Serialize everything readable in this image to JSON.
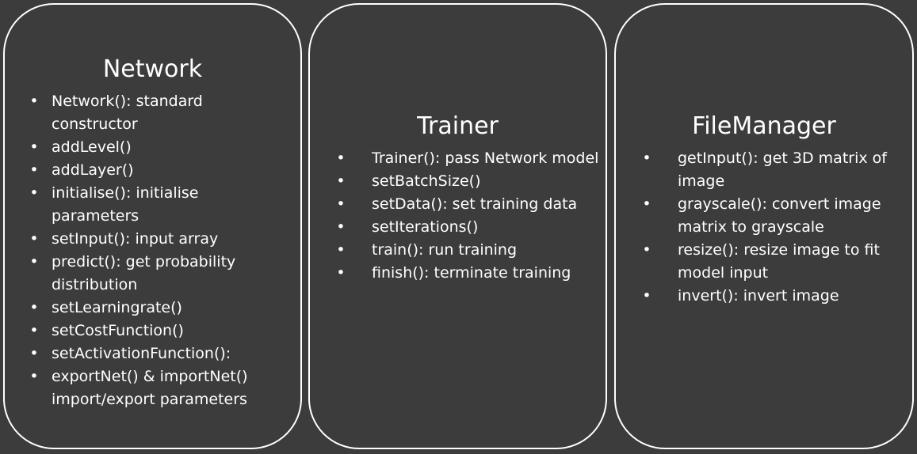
{
  "panels": [
    {
      "title": "Network",
      "items": [
        "Network(): standard constructor",
        "addLevel()",
        "addLayer()",
        "initialise(): initialise parameters",
        "setInput(): input array",
        "predict(): get probability distribution",
        "setLearningrate()",
        "setCostFunction()",
        "setActivationFunction():",
        "exportNet() & importNet() import/export parameters"
      ]
    },
    {
      "title": "Trainer",
      "items": [
        "Trainer(): pass Network model",
        "setBatchSize()",
        "setData(): set training data",
        "setIterations()",
        "train(): run training",
        "finish(): terminate training"
      ]
    },
    {
      "title": "FileManager",
      "items": [
        "getInput(): get 3D matrix of image",
        "grayscale(): convert image matrix to grayscale",
        "resize(): resize image to fit model input",
        "invert(): invert image"
      ]
    }
  ],
  "bullet_glyph": "•"
}
